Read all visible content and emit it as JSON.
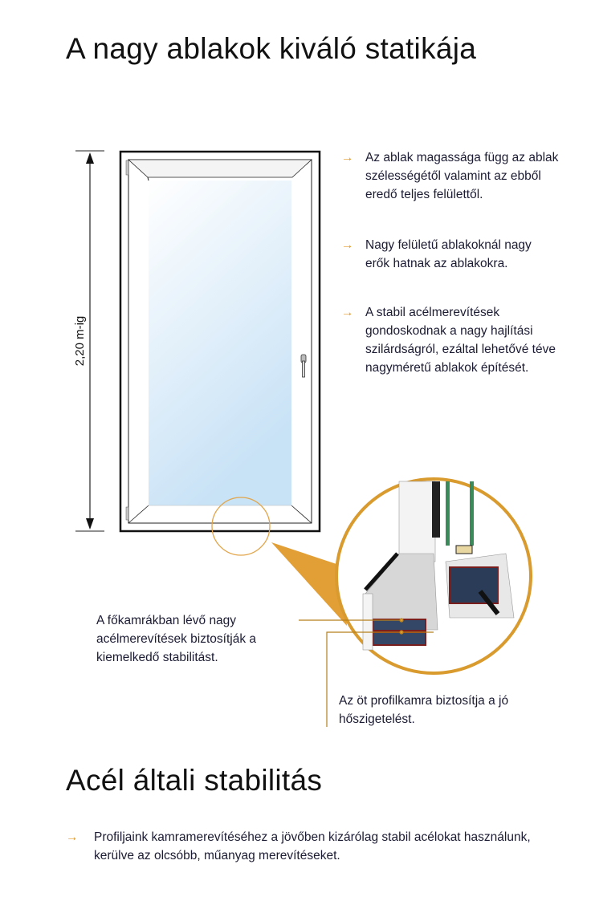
{
  "section1": {
    "title": "A nagy ablakok kiváló statikája",
    "dimension_label": "2,20 m-ig",
    "bullets": [
      "Az ablak magassága függ az ablak szélességétől valamint az ebből eredő teljes felülettől.",
      "Nagy felületű ablakoknál nagy erők hatnak az ablakokra.",
      "A stabil acélmerevítések gondoskodnak a nagy hajlítási szilárdságról, ezáltal lehetővé téve nagyméretű ablakok építését."
    ],
    "caption_steel": "A főkamrákban lévő nagy acélmerevítések biztosítják a kiemelkedő stabilitást.",
    "caption_chambers": "Az öt profilkamra biztosítja a jó hőszigetelést."
  },
  "section2": {
    "title": "Acél általi stabilitás",
    "bullets": [
      "Profiljaink kamramerevítéséhez a jövőben kizárólag stabil acélokat használunk, kerülve az olcsóbb, műanyag merevítéseket."
    ]
  },
  "arrow_glyph": "→",
  "colors": {
    "accent": "#e09a2a",
    "glass": "#cfe6f7"
  }
}
